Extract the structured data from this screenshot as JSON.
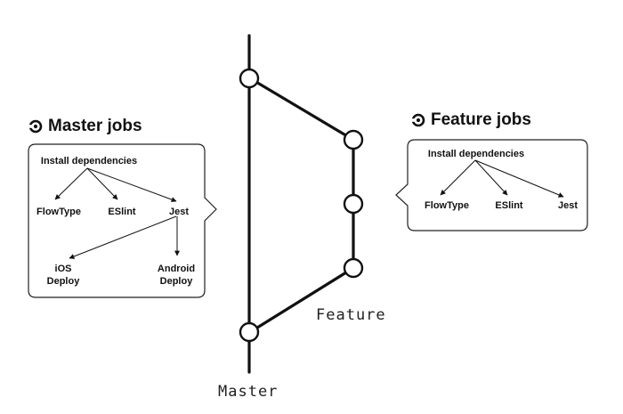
{
  "master_jobs": {
    "title": "Master jobs",
    "icon": "circleci-icon",
    "install": "Install dependencies",
    "flowtype": "FlowType",
    "eslint": "ESlint",
    "jest": "Jest",
    "ios_deploy": [
      "iOS",
      "Deploy"
    ],
    "android_deploy": [
      "Android",
      "Deploy"
    ]
  },
  "feature_jobs": {
    "title": "Feature jobs",
    "icon": "circleci-icon",
    "install": "Install dependencies",
    "flowtype": "FlowType",
    "eslint": "ESlint",
    "jest": "Jest"
  },
  "branches": {
    "master_label": "Master",
    "feature_label": "Feature"
  },
  "colors": {
    "ink": "#111111",
    "box_border": "#222222"
  }
}
